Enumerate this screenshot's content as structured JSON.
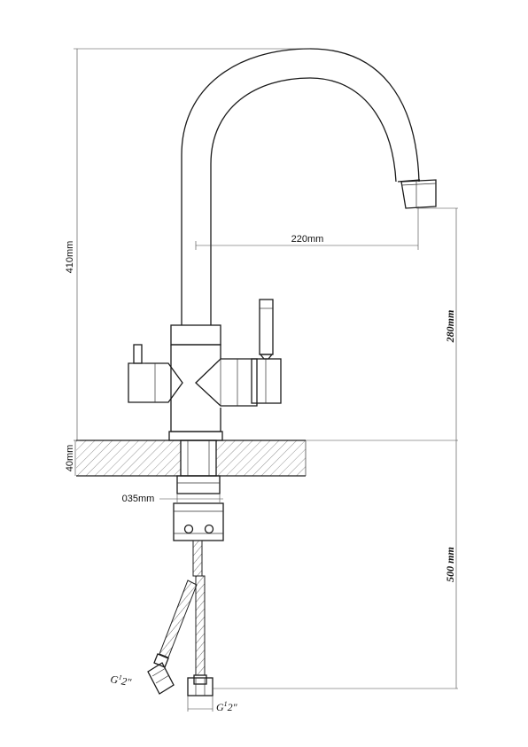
{
  "dimensions": {
    "height_total": "410mm",
    "spout_reach": "220mm",
    "spout_height": "280mm",
    "counter_thickness": "40mm",
    "hole_diameter": "035mm",
    "hose_length": "500 mm"
  },
  "connections": {
    "left": {
      "prefix": "G",
      "sup": "1",
      "suffix": "2″"
    },
    "right": {
      "prefix": "G",
      "sup": "1",
      "suffix": "2″"
    }
  },
  "colors": {
    "line": "#1a1a1a",
    "hatch": "#555555",
    "background": "#ffffff"
  }
}
